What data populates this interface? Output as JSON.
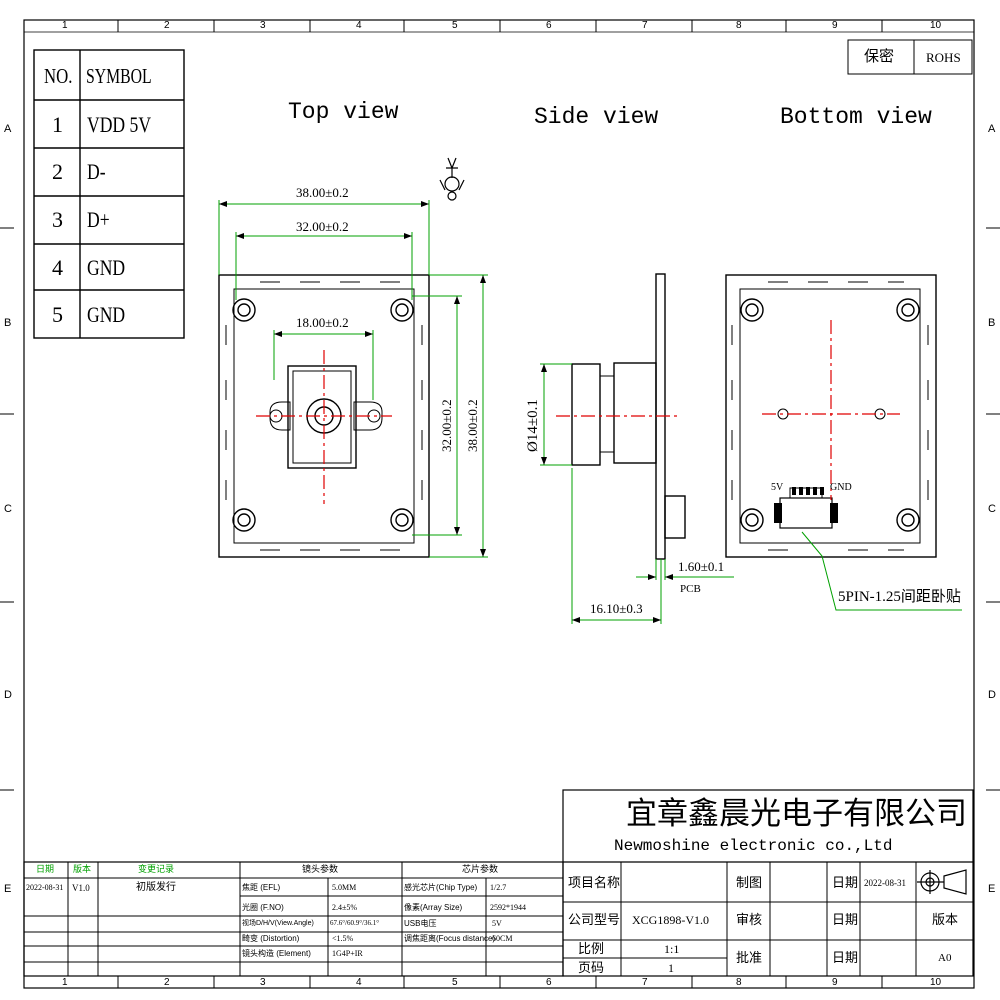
{
  "frame": {
    "col_numbers": [
      "1",
      "2",
      "3",
      "4",
      "5",
      "6",
      "7",
      "8",
      "9",
      "10"
    ],
    "row_letters": [
      "A",
      "B",
      "C",
      "D",
      "E"
    ]
  },
  "top_right_box": {
    "secret": "保密",
    "rohs": "ROHS"
  },
  "pin_table": {
    "headers": [
      "NO.",
      "SYMBOL"
    ],
    "rows": [
      {
        "no": "1",
        "symbol": "VDD 5V"
      },
      {
        "no": "2",
        "symbol": "D-"
      },
      {
        "no": "3",
        "symbol": "D+"
      },
      {
        "no": "4",
        "symbol": "GND"
      },
      {
        "no": "5",
        "symbol": "GND"
      }
    ]
  },
  "views": {
    "top": "Top view",
    "side": "Side view",
    "bottom": "Bottom view"
  },
  "dimensions": {
    "outer_width": "38.00±0.2",
    "hole_spacing": "32.00±0.2",
    "lens_holder": "18.00±0.2",
    "v_hole_spacing": "32.00±0.2",
    "v_outer": "38.00±0.2",
    "lens_dia": "Ø14±0.1",
    "pcb_thick": "1.60±0.1",
    "pcb_label": "PCB",
    "depth": "16.10±0.3"
  },
  "connector": {
    "left_label": "5V",
    "right_label": "GND",
    "callout": "5PIN-1.25间距卧贴"
  },
  "company": {
    "cn": "宜章鑫晨光电子有限公司",
    "en": "Newmoshine  electronic co.,Ltd"
  },
  "revision": {
    "headers": [
      "日期",
      "版本",
      "变更记录"
    ],
    "row": [
      "2022-08-31",
      "V1.0",
      "初版发行"
    ]
  },
  "lens_params": {
    "title": "镜头参数",
    "rows": [
      [
        "焦距 (EFL)",
        "5.0MM"
      ],
      [
        "光圈 (F.NO)",
        "2.4±5%"
      ],
      [
        "视场D/H/V(View.Angle)",
        "67.6°/60.9°/36.1°"
      ],
      [
        "畸变 (Distortion)",
        "<1.5%"
      ],
      [
        "镜头构造 (Element)",
        "1G4P+IR"
      ]
    ]
  },
  "chip_params": {
    "title": "芯片参数",
    "rows": [
      [
        "感光芯片(Chip Type)",
        "1/2.7"
      ],
      [
        "像素(Array Size)",
        "2592*1944"
      ],
      [
        "USB电压",
        "5V"
      ],
      [
        "调焦距离(Focus distance)",
        "60CM"
      ],
      [
        "",
        ""
      ]
    ]
  },
  "title_block": {
    "project_label": "项目名称",
    "project_value": "",
    "model_label": "公司型号",
    "model_value": "XCG1898-V1.0",
    "scale_label": "比例",
    "scale_value": "1:1",
    "page_label": "页码",
    "page_value": "1",
    "drawn_label": "制图",
    "check_label": "审核",
    "approve_label": "批准",
    "date_label": "日期",
    "date_value": "2022-08-31",
    "date2_label": "日期",
    "date3_label": "日期",
    "version_label": "版本",
    "version_value": "A0"
  }
}
